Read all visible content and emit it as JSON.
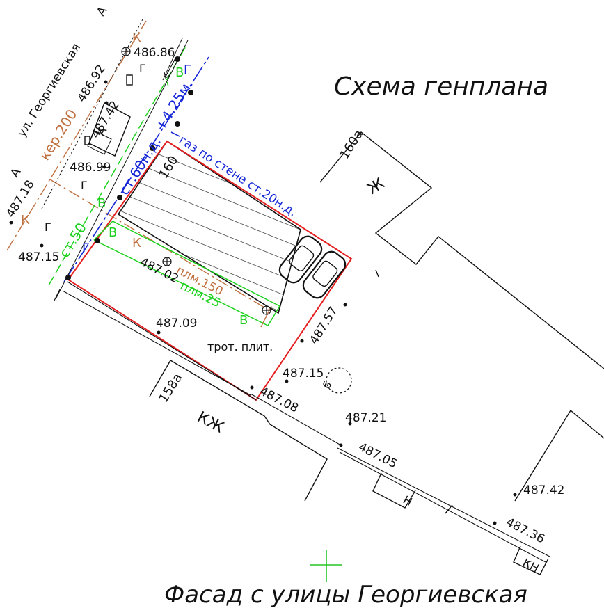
{
  "title": "Схема генплана",
  "caption": "Фасад с улицы Георгиевская",
  "street": "ул. Георгиевская",
  "section_marks": {
    "top": "А",
    "bottom": "А"
  },
  "lines": {
    "cable": "кер.200",
    "water_ml": "ст.50",
    "water_gl": "ст.60н.д.",
    "gas_dist": "+4.25м.",
    "gas_wall": "газ по стене ст.20н.д.",
    "pl150": "плм.150",
    "pl25": "плм.25",
    "letter_k": "К",
    "letter_v": "В",
    "letter_g": "Г"
  },
  "labels": {
    "plot_160": "160",
    "bld_160a": "160а",
    "bld_158a": "158а",
    "zh": "Ж",
    "kzh": "КЖ",
    "n": "Н",
    "kn": "КН",
    "a": "А",
    "b": "б",
    "sidewalk": "трот. плит."
  },
  "elevations": [
    "486.86",
    "486.92",
    "487.42",
    "486.99",
    "487.18",
    "487.15",
    "487.02",
    "487.09",
    "487.57",
    "487.15",
    "487.08",
    "487.21",
    "487.05",
    "487.42",
    "487.36"
  ],
  "colors": {
    "boundary": "#e41e1e",
    "water": "#1bd11b",
    "gas": "#1426d6",
    "cable": "#c0703f",
    "marker": "#23c623",
    "ink": "#111111"
  }
}
